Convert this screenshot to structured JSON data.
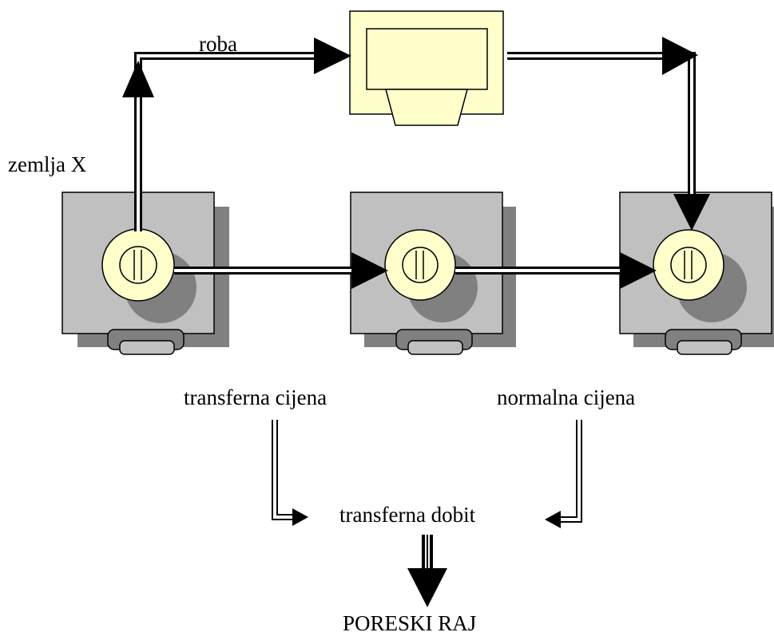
{
  "labels": {
    "country": "zemlja X",
    "goods": "roba",
    "transfer_price": "transferna cijena",
    "normal_price": "normalna cijena",
    "transfer_profit": "transferna dobit",
    "tax_haven": "PORESKI RAJ"
  },
  "colors": {
    "box_fill": "#c0c0c0",
    "box_shadow": "#808080",
    "knob_fill": "#ffffcc",
    "factory_fill": "#ffffcc",
    "stroke": "#000000"
  }
}
